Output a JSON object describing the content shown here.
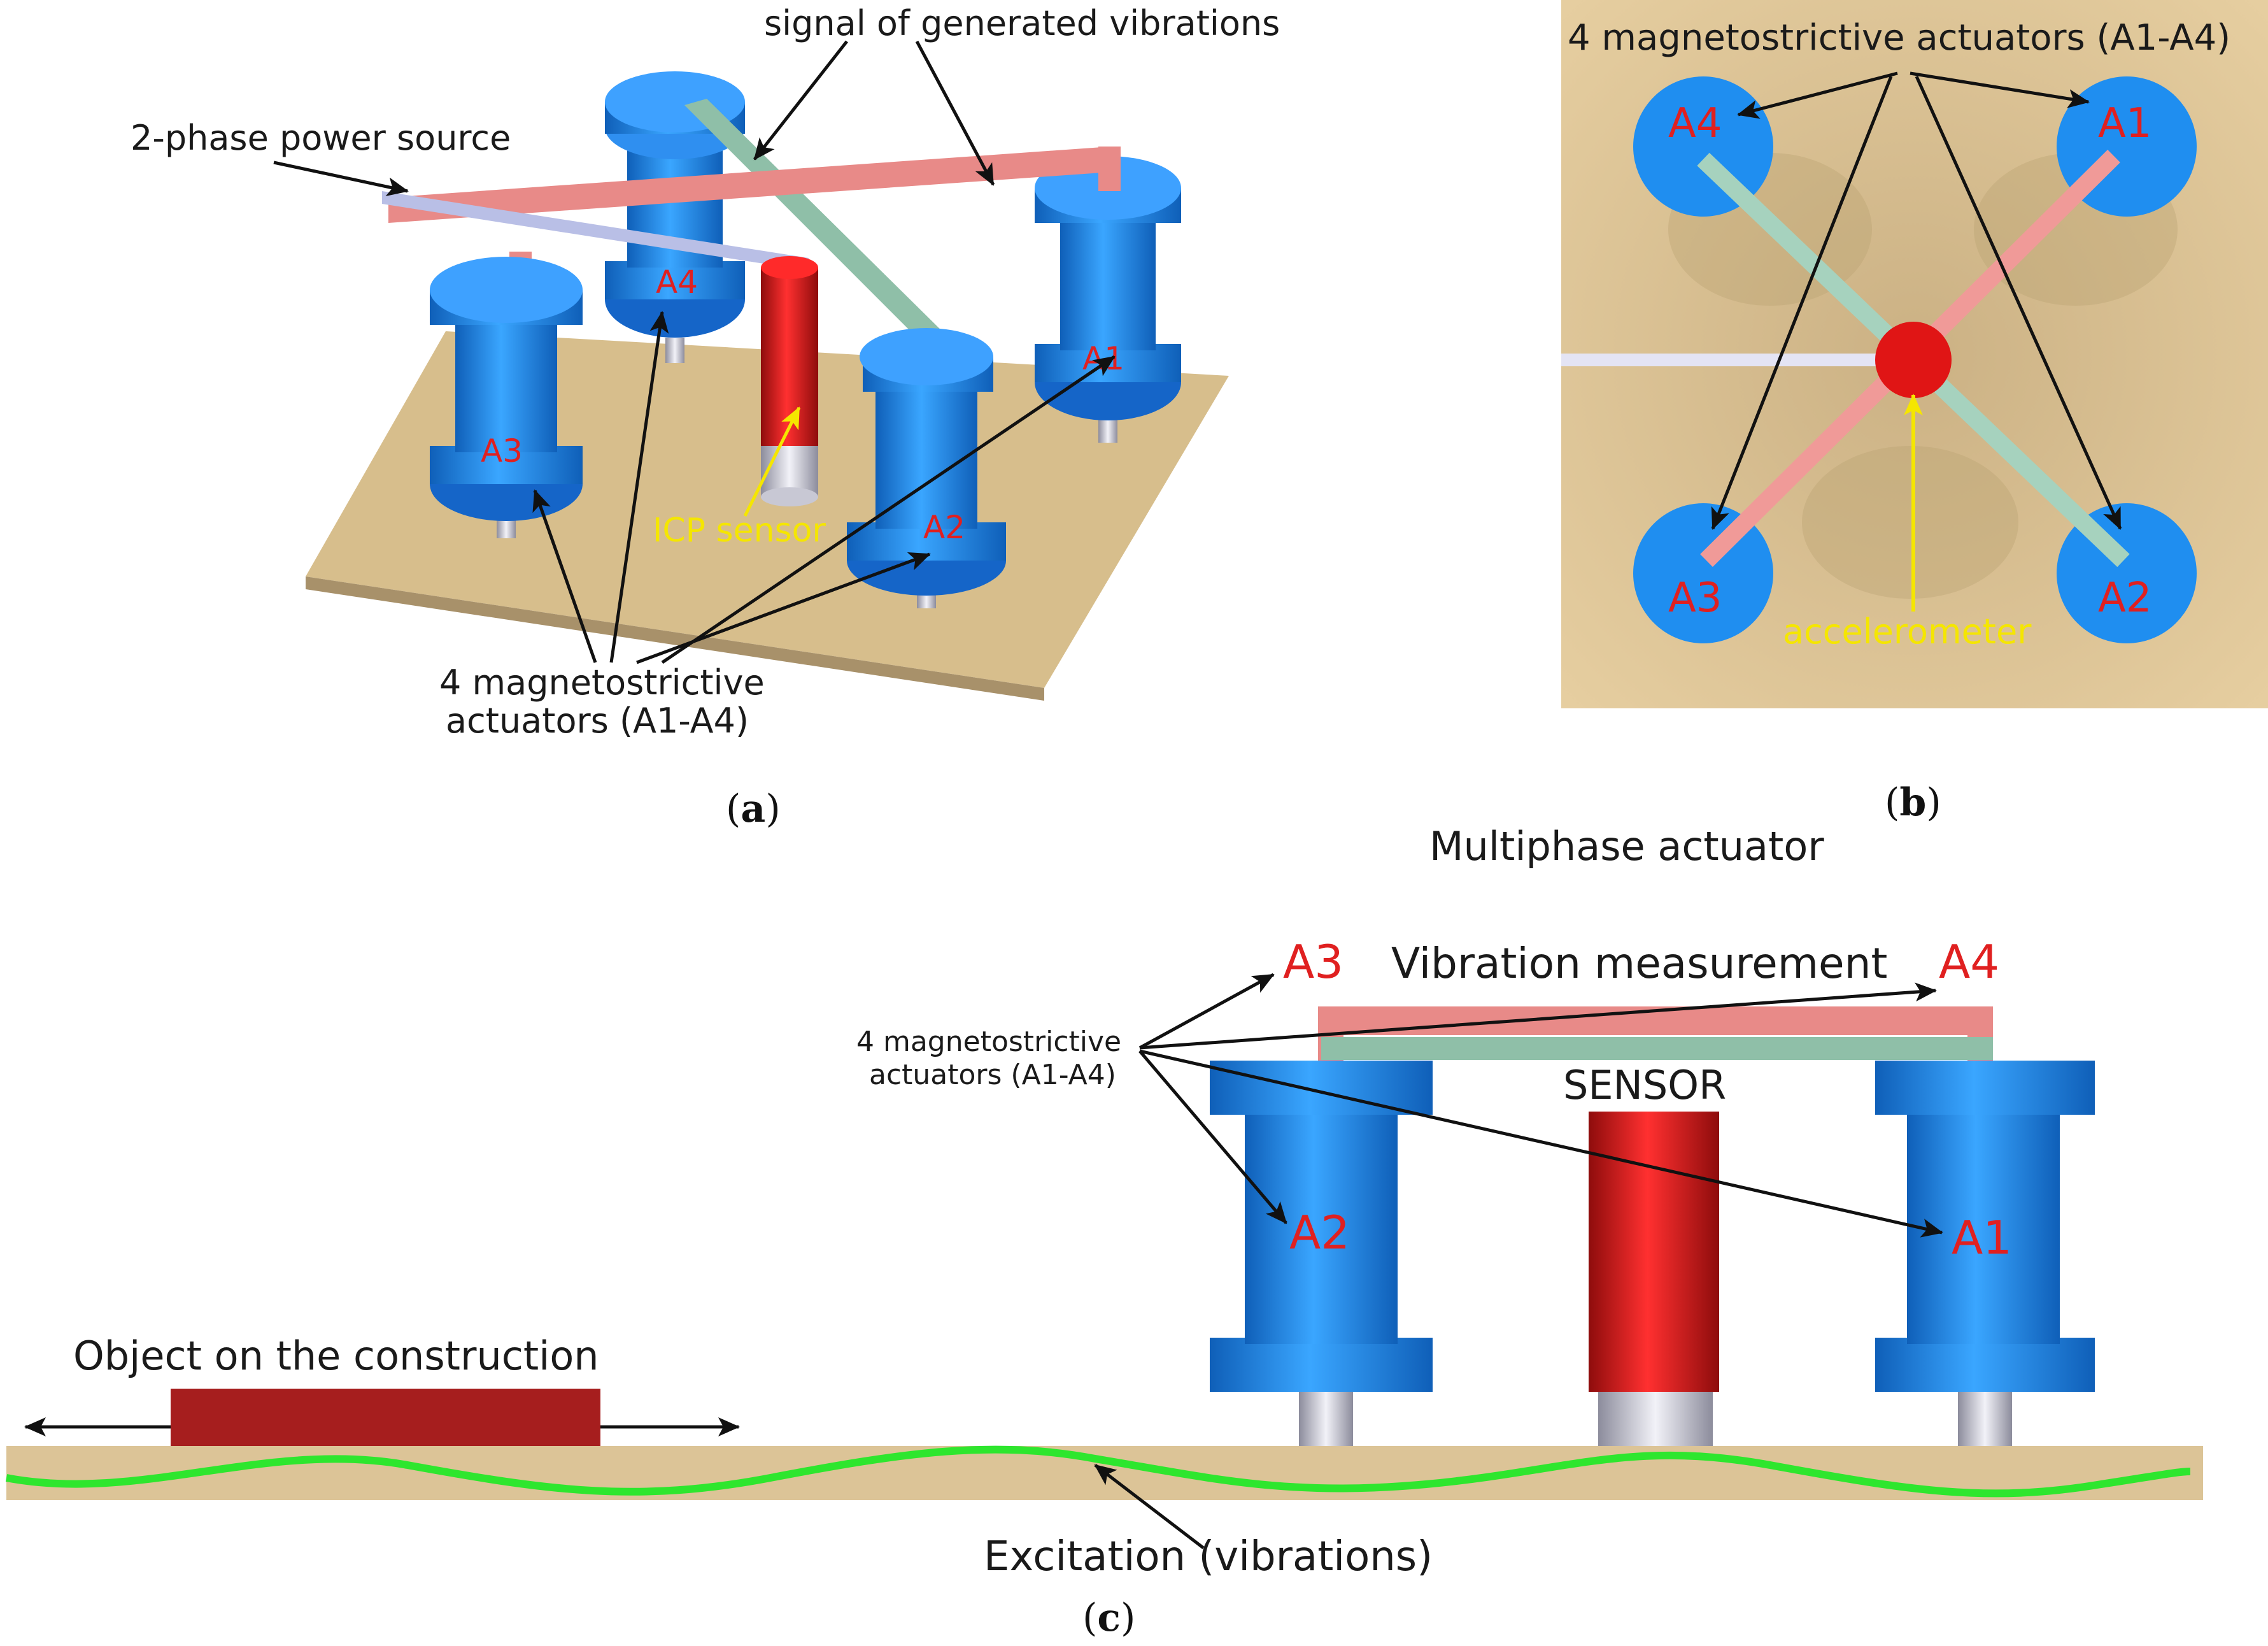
{
  "panel_a": {
    "signal_label": "signal of generated vibrations",
    "power_label": "2-phase power source",
    "sensor_label": "ICP sensor",
    "actuators_label_line1": "4 magnetostrictive",
    "actuators_label_line2": "actuators (A1-A4)",
    "a1": "A1",
    "a2": "A2",
    "a3": "A3",
    "a4": "A4",
    "caption_letter": "a"
  },
  "panel_b": {
    "actuators_label": "4 magnetostrictive actuators (A1-A4)",
    "accelerometer_label": "accelerometer",
    "a1": "A1",
    "a2": "A2",
    "a3": "A3",
    "a4": "A4",
    "caption_letter": "b"
  },
  "panel_c": {
    "title": "Multiphase actuator",
    "vibration_label": "Vibration measurement",
    "sensor_label": "SENSOR",
    "actuators_label_line1": "4 magnetostrictive",
    "actuators_label_line2": "actuators (A1-A4)",
    "object_label": "Object on the construction",
    "excitation_label": "Excitation (vibrations)",
    "a1": "A1",
    "a2": "A2",
    "a3": "A3",
    "a4": "A4",
    "caption_letter": "c"
  },
  "colors": {
    "actuator_blue": "#1e7fe0",
    "sensor_red": "#d81a1a",
    "plate_tan": "#d7be8c",
    "signal_pink": "#e88a88",
    "signal_green": "#8fbfa8",
    "power_lavender": "#b9bfe6",
    "wave_green": "#2ee62e",
    "object_brown": "#a61e1e"
  }
}
